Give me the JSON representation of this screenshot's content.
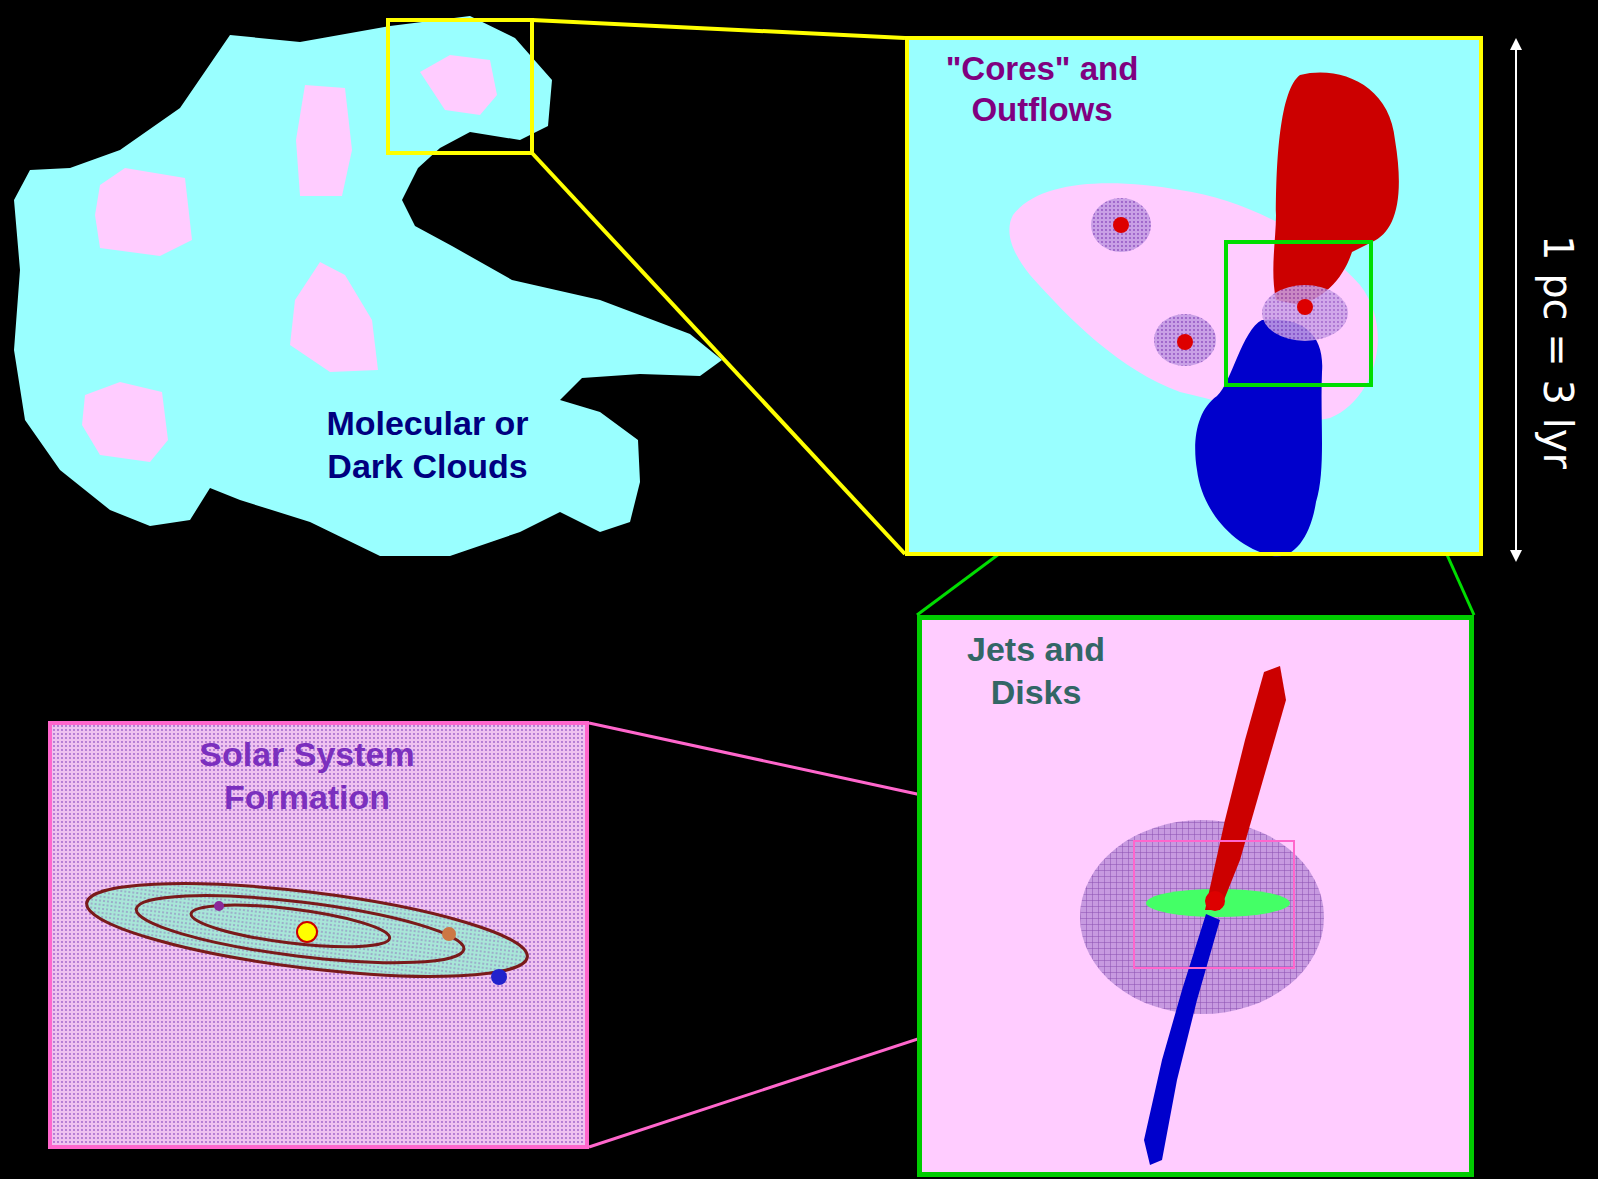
{
  "diagram": {
    "nodes": [
      {
        "text": [
          "Molecular or Dark Clouds"
        ]
      },
      {
        "text": [
          "\"Cores\" and Outflows"
        ]
      },
      {
        "text": [
          "Jets and Disks"
        ]
      },
      {
        "text": [
          "Solar System Formation"
        ]
      }
    ],
    "labels": [
      "1 pc = 3 lyr"
    ]
  }
}
